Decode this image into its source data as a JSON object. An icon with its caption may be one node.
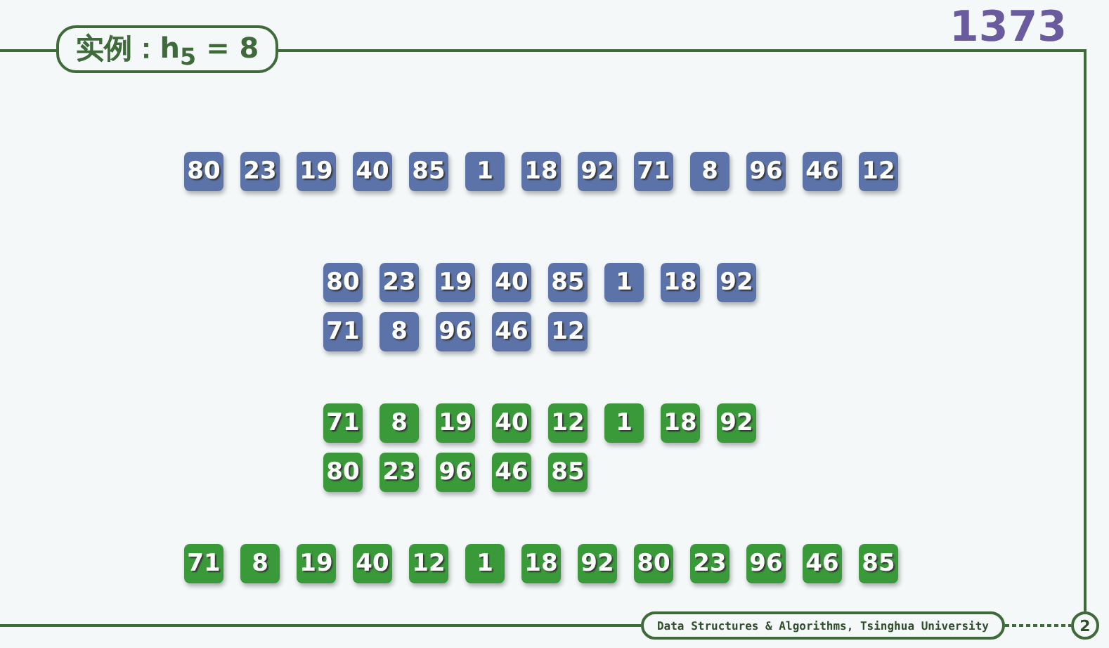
{
  "diagram": {
    "title": "实例：h$_{5}$ = 8",
    "nodes": [
      {
        "text": [
          "80"
        ]
      },
      {
        "text": [
          "23"
        ]
      },
      {
        "text": [
          "19"
        ]
      },
      {
        "text": [
          "40"
        ]
      },
      {
        "text": [
          "85"
        ]
      },
      {
        "text": [
          "1"
        ]
      },
      {
        "text": [
          "18"
        ]
      },
      {
        "text": [
          "92"
        ]
      },
      {
        "text": [
          "71"
        ]
      },
      {
        "text": [
          "8"
        ]
      },
      {
        "text": [
          "96"
        ]
      },
      {
        "text": [
          "46"
        ]
      },
      {
        "text": [
          "12"
        ]
      },
      {
        "text": [
          "80"
        ]
      },
      {
        "text": [
          "23"
        ]
      },
      {
        "text": [
          "19"
        ]
      },
      {
        "text": [
          "40"
        ]
      },
      {
        "text": [
          "85"
        ]
      },
      {
        "text": [
          "1"
        ]
      },
      {
        "text": [
          "18"
        ]
      },
      {
        "text": [
          "92"
        ]
      },
      {
        "text": [
          "71"
        ]
      },
      {
        "text": [
          "8"
        ]
      },
      {
        "text": [
          "96"
        ]
      },
      {
        "text": [
          "46"
        ]
      },
      {
        "text": [
          "12"
        ]
      },
      {
        "text": [
          "71"
        ]
      },
      {
        "text": [
          "8"
        ]
      },
      {
        "text": [
          "19"
        ]
      },
      {
        "text": [
          "40"
        ]
      },
      {
        "text": [
          "12"
        ]
      },
      {
        "text": [
          "1"
        ]
      },
      {
        "text": [
          "18"
        ]
      },
      {
        "text": [
          "92"
        ]
      },
      {
        "text": [
          "80"
        ]
      },
      {
        "text": [
          "23"
        ]
      },
      {
        "text": [
          "96"
        ]
      },
      {
        "text": [
          "46"
        ]
      },
      {
        "text": [
          "85"
        ]
      },
      {
        "text": [
          "71"
        ]
      },
      {
        "text": [
          "8"
        ]
      },
      {
        "text": [
          "19"
        ]
      },
      {
        "text": [
          "40"
        ]
      },
      {
        "text": [
          "12"
        ]
      },
      {
        "text": [
          "1"
        ]
      },
      {
        "text": [
          "18"
        ]
      },
      {
        "text": [
          "92"
        ]
      },
      {
        "text": [
          "80"
        ]
      },
      {
        "text": [
          "23"
        ]
      },
      {
        "text": [
          "96"
        ]
      },
      {
        "text": [
          "46"
        ]
      },
      {
        "text": [
          "85"
        ]
      },
      {
        "text": [
          "Data Structures & Algorithms, Tsinghua University"
        ]
      },
      {
        "text": [
          "2"
        ]
      }
    ],
    "edges": [
      {
        "from": 52,
        "to": 53,
        "arrow": "none",
        "style": "dashed"
      }
    ],
    "labels": [
      "1373"
    ]
  }
}
